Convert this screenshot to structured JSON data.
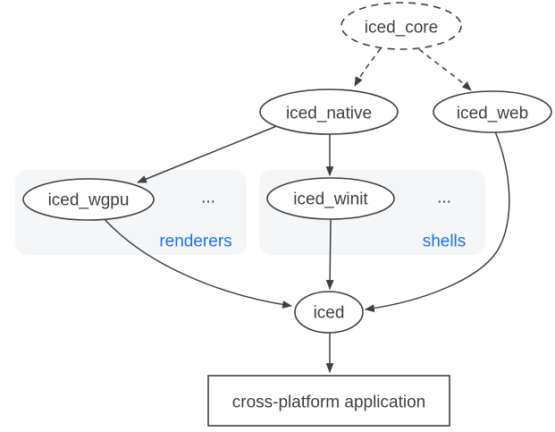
{
  "colors": {
    "stroke": "#3c4043",
    "text": "#3c4043",
    "node_fill": "#ffffff",
    "group_fill": "#f5f6f8",
    "group_label": "#1a73e8",
    "background": "#ffffff"
  },
  "nodes": {
    "iced_core": {
      "label": "iced_core",
      "shape": "dashed-ellipse"
    },
    "iced_native": {
      "label": "iced_native",
      "shape": "ellipse"
    },
    "iced_web": {
      "label": "iced_web",
      "shape": "ellipse"
    },
    "iced_wgpu": {
      "label": "iced_wgpu",
      "shape": "ellipse"
    },
    "iced_winit": {
      "label": "iced_winit",
      "shape": "ellipse"
    },
    "iced": {
      "label": "iced",
      "shape": "ellipse"
    },
    "application": {
      "label": "cross-platform application",
      "shape": "rectangle"
    }
  },
  "groups": {
    "renderers": {
      "label": "renderers",
      "ellipsis": "..."
    },
    "shells": {
      "label": "shells",
      "ellipsis": "..."
    }
  },
  "edges": [
    {
      "from": "iced_core",
      "to": "iced_native",
      "style": "dashed"
    },
    {
      "from": "iced_core",
      "to": "iced_web",
      "style": "dashed"
    },
    {
      "from": "iced_native",
      "to": "iced_wgpu",
      "style": "solid"
    },
    {
      "from": "iced_native",
      "to": "iced_winit",
      "style": "solid"
    },
    {
      "from": "iced_wgpu",
      "to": "iced",
      "style": "solid"
    },
    {
      "from": "iced_winit",
      "to": "iced",
      "style": "solid"
    },
    {
      "from": "iced_web",
      "to": "iced",
      "style": "solid"
    },
    {
      "from": "iced",
      "to": "application",
      "style": "solid"
    }
  ]
}
